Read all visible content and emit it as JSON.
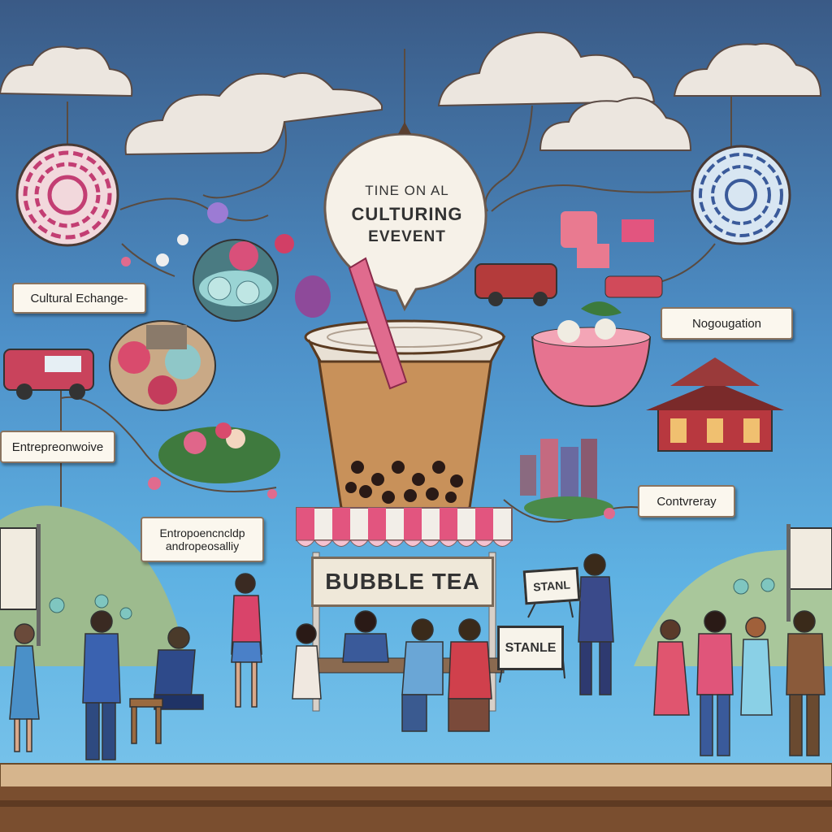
{
  "speech_bubble": {
    "line1": "TINE ON AL",
    "line2": "CULTURING",
    "line3": "EVEVENT"
  },
  "labels": {
    "cultural_exchange": "Cultural Echange-",
    "negotiation": "Nogougation",
    "entrepreneurship_left": "Entrepreonwoive",
    "entrepreneurship_center_line1": "Entropoencncldp",
    "entrepreneurship_center_line2": "andropeosalliy",
    "controversy": "Contvreray"
  },
  "stand": {
    "sign": "BUBBLE TEA"
  },
  "boards": {
    "sign_a": "STANL",
    "sign_b": "STANLE"
  },
  "colors": {
    "sky_top": "#3a5a86",
    "sky_bottom": "#7ec7ec",
    "tea": "#c8915a",
    "straw": "#e06b8e",
    "awning_pink": "#e2557f"
  }
}
